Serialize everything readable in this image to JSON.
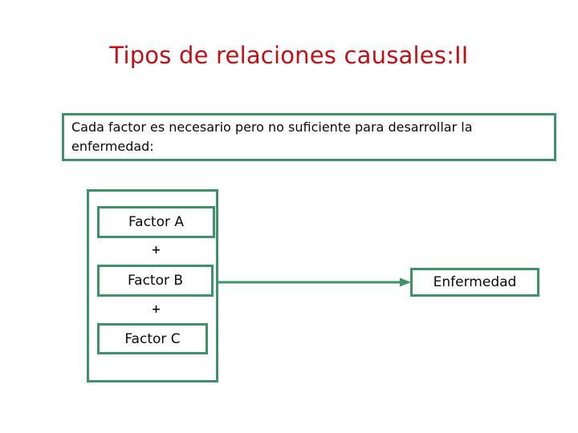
{
  "slide": {
    "title": "Tipos de relaciones causales:II",
    "title_color": "#C01018",
    "accent_color": "#3E9169",
    "background_color": "#FFFFFF",
    "text_color": "#0A0A0A"
  },
  "statement": {
    "text": "Cada factor es necesario pero no suficiente para desarrollar la enfermedad:"
  },
  "diagram": {
    "factors": [
      {
        "label": "Factor A"
      },
      {
        "label": "Factor B"
      },
      {
        "label": "Factor C"
      }
    ],
    "operators": [
      {
        "symbol": "+"
      },
      {
        "symbol": "+"
      }
    ],
    "outcome": {
      "label": "Enfermedad"
    },
    "connector": {
      "type": "arrow-right"
    }
  }
}
